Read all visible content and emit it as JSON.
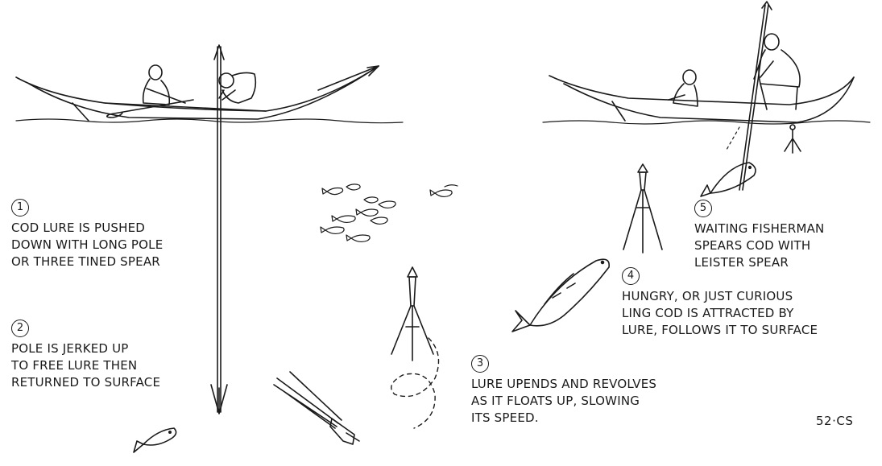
{
  "steps": [
    {
      "number": "1",
      "lines": [
        "COD LURE IS PUSHED",
        "DOWN WITH LONG POLE",
        "OR THREE TINED SPEAR"
      ]
    },
    {
      "number": "2",
      "lines": [
        "POLE IS JERKED UP",
        "TO FREE LURE THEN",
        "RETURNED TO SURFACE"
      ]
    },
    {
      "number": "3",
      "lines": [
        "LURE UPENDS AND REVOLVES",
        "AS IT FLOATS UP, SLOWING",
        "ITS SPEED."
      ]
    },
    {
      "number": "4",
      "lines": [
        "HUNGRY, OR JUST CURIOUS",
        "LING COD IS ATTRACTED BY",
        "LURE, FOLLOWS IT TO SURFACE"
      ]
    },
    {
      "number": "5",
      "lines": [
        "WAITING FISHERMAN",
        "SPEARS COD WITH",
        "LEISTER SPEAR"
      ]
    }
  ],
  "figure_code": "52·CS",
  "colors": {
    "ink": "#1a1a1a",
    "paper": "#ffffff"
  }
}
